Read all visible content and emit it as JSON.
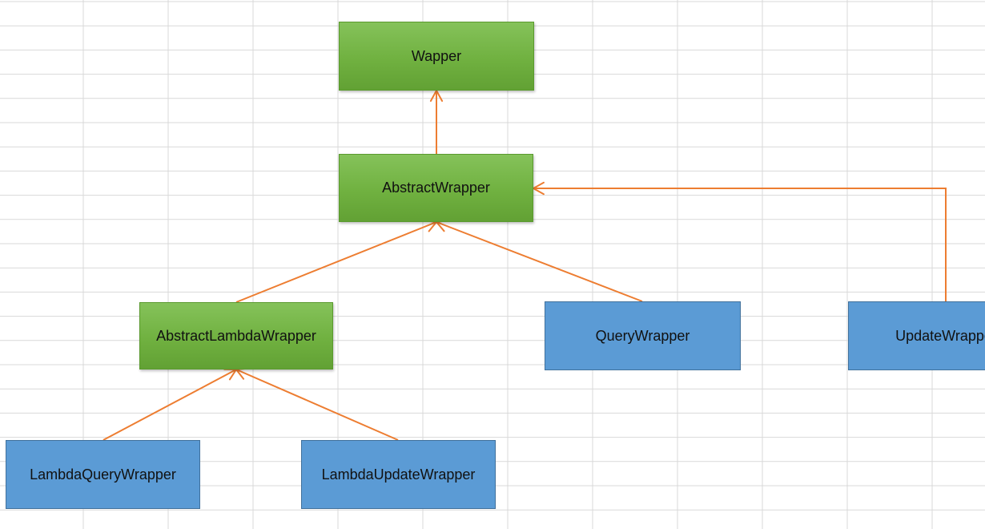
{
  "colors": {
    "grid_line": "#d9d9d9",
    "connector": "#ed7d31",
    "green_fill": "#70ad47",
    "green_border": "#5a9a2e",
    "blue_fill": "#5b9bd5",
    "blue_border": "#41719c"
  },
  "nodes": {
    "wapper": {
      "label": "Wapper"
    },
    "abstract_wrapper": {
      "label": "AbstractWrapper"
    },
    "abstract_lambda_wrapper": {
      "label": "AbstractLambdaWrapper"
    },
    "query_wrapper": {
      "label": "QueryWrapper"
    },
    "update_wrapper": {
      "label": "UpdateWrapper"
    },
    "lambda_query_wrapper": {
      "label": "LambdaQueryWrapper"
    },
    "lambda_update_wrapper": {
      "label": "LambdaUpdateWrapper"
    }
  },
  "edges": [
    {
      "from": "abstract_wrapper",
      "to": "wapper"
    },
    {
      "from": "abstract_lambda_wrapper",
      "to": "abstract_wrapper"
    },
    {
      "from": "query_wrapper",
      "to": "abstract_wrapper"
    },
    {
      "from": "update_wrapper",
      "to": "abstract_wrapper"
    },
    {
      "from": "lambda_query_wrapper",
      "to": "abstract_lambda_wrapper"
    },
    {
      "from": "lambda_update_wrapper",
      "to": "abstract_lambda_wrapper"
    }
  ]
}
